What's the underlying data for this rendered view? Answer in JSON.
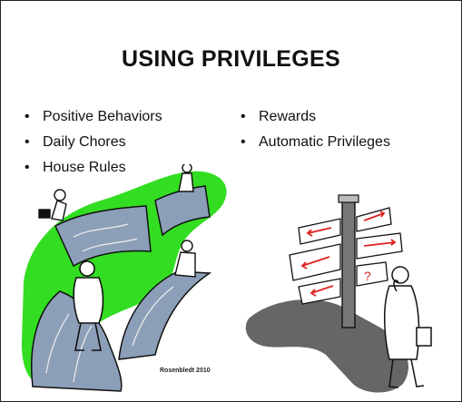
{
  "slide": {
    "title": "USING PRIVILEGES",
    "bullets_left": [
      "Positive Behaviors",
      "Daily Chores",
      "House Rules"
    ],
    "bullets_right": [
      "Rewards",
      "Automatic Privileges"
    ],
    "credit": "Rosenbledt 2010"
  },
  "illustrations": {
    "left": "bridges-clipart",
    "right": "signpost-clipart"
  },
  "colors": {
    "accent_green": "#33dd22",
    "shadow_gray": "#666666",
    "arrow_red": "#e02020",
    "bridge_blue": "#8c9fb8"
  }
}
